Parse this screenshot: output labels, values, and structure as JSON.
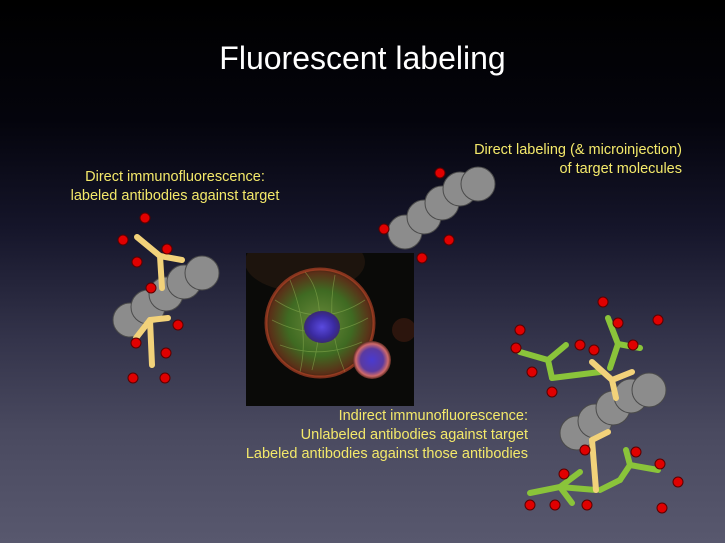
{
  "title": "Fluorescent labeling",
  "labels": {
    "direct_immunofluorescence": [
      "Direct immunofluorescence:",
      "labeled antibodies against target"
    ],
    "direct_labeling": [
      "Direct labeling (& microinjection)",
      "of target molecules"
    ],
    "indirect_immunofluorescence": [
      "Indirect immunofluorescence:",
      "Unlabeled antibodies against target",
      "Labeled antibodies against those antibodies"
    ]
  },
  "colors": {
    "background_top": "#000000",
    "background_bottom": "#58586e",
    "title_text": "#ffffff",
    "label_text": "#f4e96a",
    "target_molecule": "#8c8c8c",
    "primary_antibody": "#f2d27a",
    "secondary_antibody": "#8ac43a",
    "fluorophore": "#e00000"
  }
}
